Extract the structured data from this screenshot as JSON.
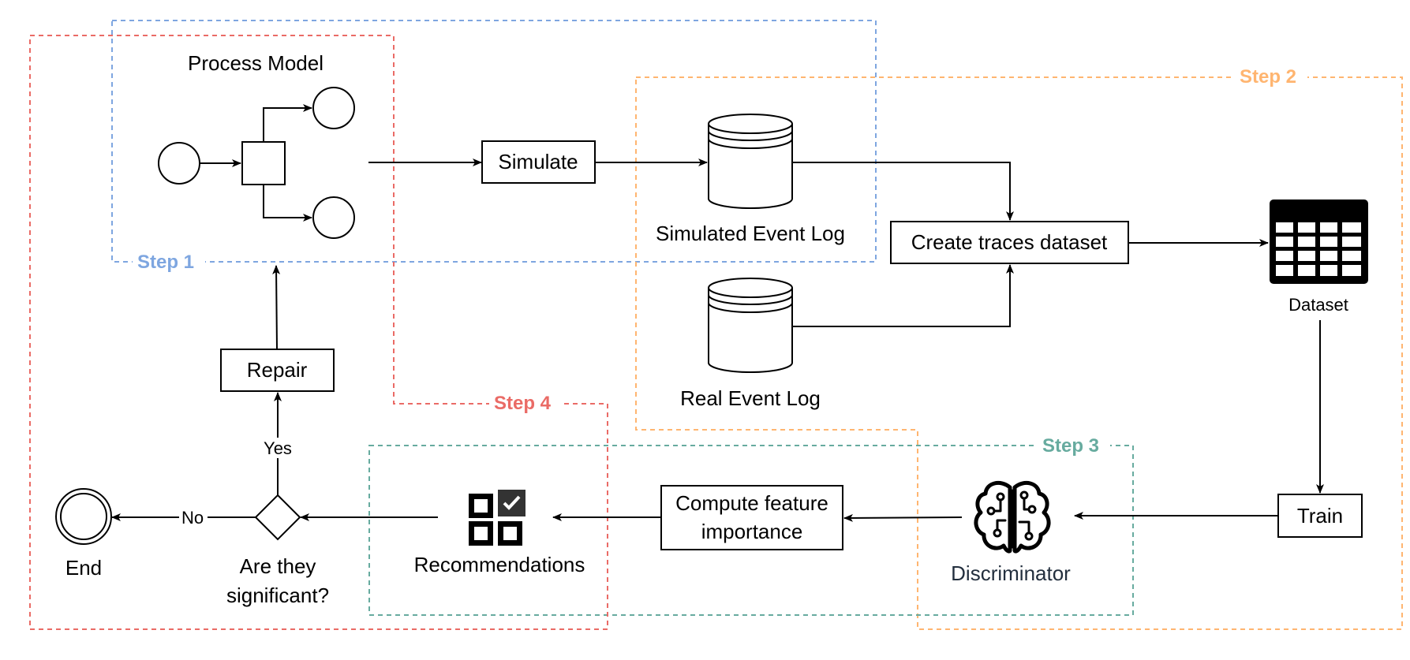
{
  "colors": {
    "step1": "#7ea6e0",
    "step2": "#ffb570",
    "step3": "#67ab9f",
    "step4": "#ea6b66",
    "line": "#000000",
    "discriminator_text": "#232f3e"
  },
  "steps": {
    "step1": "Step 1",
    "step2": "Step 2",
    "step3": "Step 3",
    "step4": "Step 4"
  },
  "nodes": {
    "process_model": "Process Model",
    "simulate": "Simulate",
    "simulated_event_log": "Simulated Event Log",
    "real_event_log": "Real Event Log",
    "create_traces_dataset": "Create traces dataset",
    "dataset": "Dataset",
    "train": "Train",
    "discriminator": "Discriminator",
    "compute_feature_importance_line1": "Compute feature",
    "compute_feature_importance_line2": "importance",
    "recommendations": "Recommendations",
    "decision_line1": "Are they",
    "decision_line2": "significant?",
    "yes": "Yes",
    "no": "No",
    "repair": "Repair",
    "end": "End"
  },
  "icons": {
    "database": "database-icon",
    "table": "table-icon",
    "brain": "brain-circuit-icon",
    "checklist": "checklist-icon"
  }
}
